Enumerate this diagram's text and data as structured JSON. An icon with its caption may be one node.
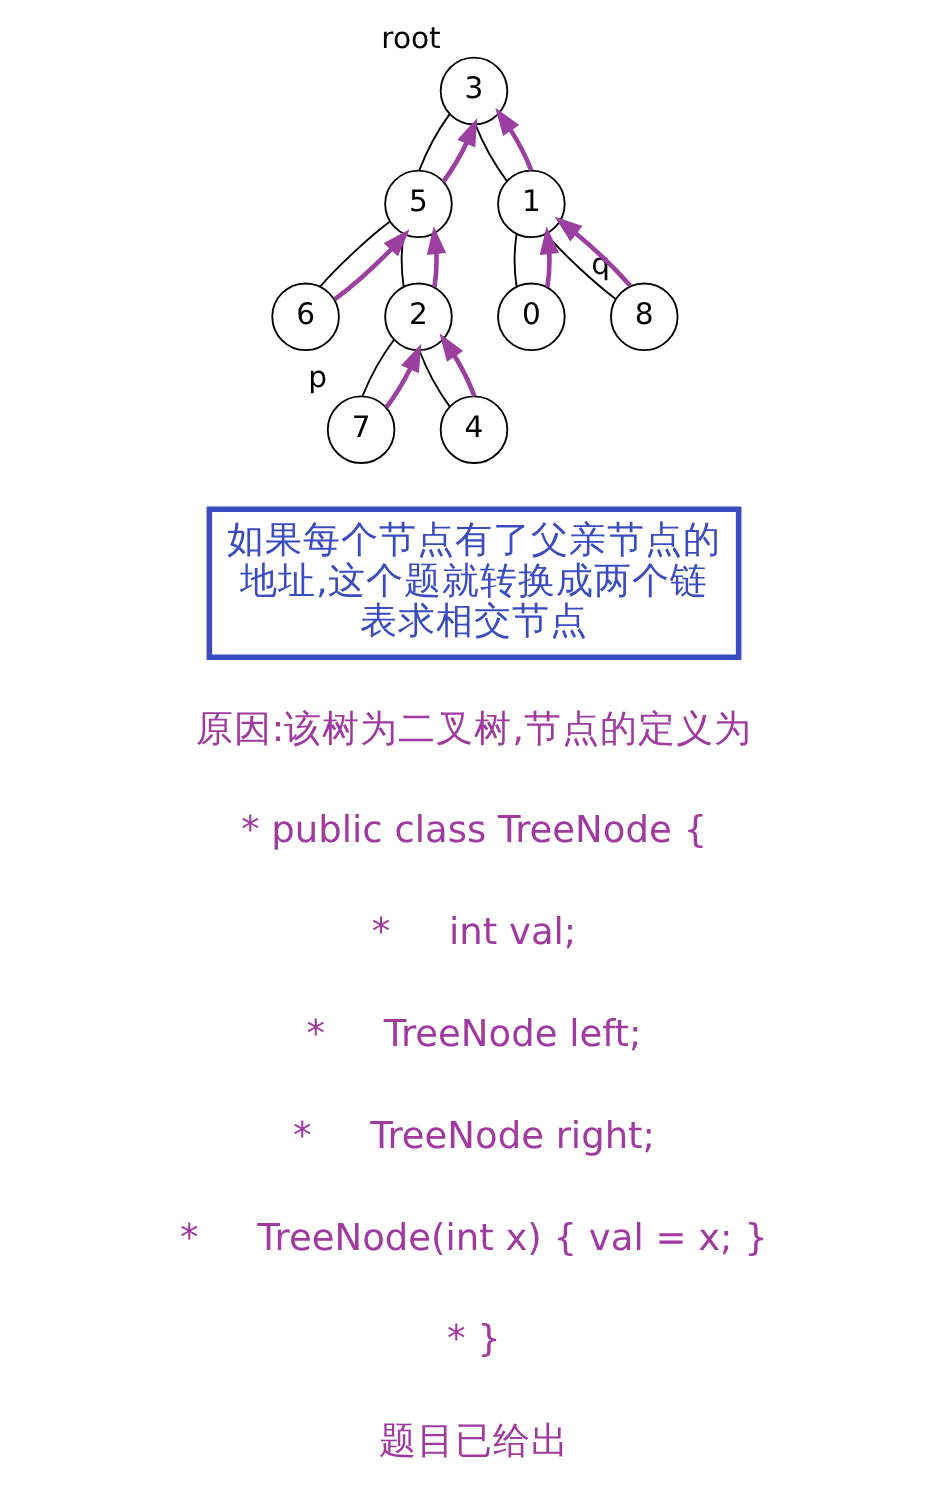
{
  "diagram": {
    "nodes": [
      {
        "text": [
          "3"
        ],
        "beside": [
          "root"
        ]
      },
      {
        "text": [
          "5"
        ]
      },
      {
        "text": [
          "1"
        ]
      },
      {
        "text": [
          "6"
        ]
      },
      {
        "text": [
          "2"
        ]
      },
      {
        "text": [
          "0"
        ]
      },
      {
        "text": [
          "8"
        ],
        "beside": [
          "q"
        ]
      },
      {
        "text": [
          "7"
        ],
        "beside": [
          "p"
        ]
      },
      {
        "text": [
          "4"
        ]
      },
      {
        "text": [
          "如果每个节点有了父亲节点的地址,这个题就转换成两个链表求相交节点"
        ]
      }
    ],
    "edges": [
      {
        "from": 0,
        "to": 1,
        "arrow": "none"
      },
      {
        "from": 0,
        "to": 2,
        "arrow": "none"
      },
      {
        "from": 1,
        "to": 3,
        "arrow": "none"
      },
      {
        "from": 1,
        "to": 4,
        "arrow": "none"
      },
      {
        "from": 2,
        "to": 5,
        "arrow": "none"
      },
      {
        "from": 2,
        "to": 6,
        "arrow": "none"
      },
      {
        "from": 4,
        "to": 7,
        "arrow": "none"
      },
      {
        "from": 4,
        "to": 8,
        "arrow": "none"
      },
      {
        "from": 1,
        "to": 0,
        "arrow": "to",
        "color": "#9b3fa0"
      },
      {
        "from": 2,
        "to": 0,
        "arrow": "to",
        "color": "#9b3fa0"
      },
      {
        "from": 3,
        "to": 1,
        "arrow": "to",
        "color": "#9b3fa0"
      },
      {
        "from": 4,
        "to": 1,
        "arrow": "to",
        "color": "#9b3fa0"
      },
      {
        "from": 5,
        "to": 2,
        "arrow": "to",
        "color": "#9b3fa0"
      },
      {
        "from": 6,
        "to": 2,
        "arrow": "to",
        "color": "#9b3fa0"
      },
      {
        "from": 7,
        "to": 4,
        "arrow": "to",
        "color": "#9b3fa0"
      },
      {
        "from": 8,
        "to": 4,
        "arrow": "to",
        "color": "#9b3fa0"
      }
    ],
    "labels": [
      "原因:该树为二叉树,节点的定义为",
      "* public class TreeNode {",
      "*     int val;",
      "*     TreeNode left;",
      "*     TreeNode right;",
      "*     TreeNode(int x) { val = x; }",
      "* }",
      "题目已给出"
    ]
  }
}
